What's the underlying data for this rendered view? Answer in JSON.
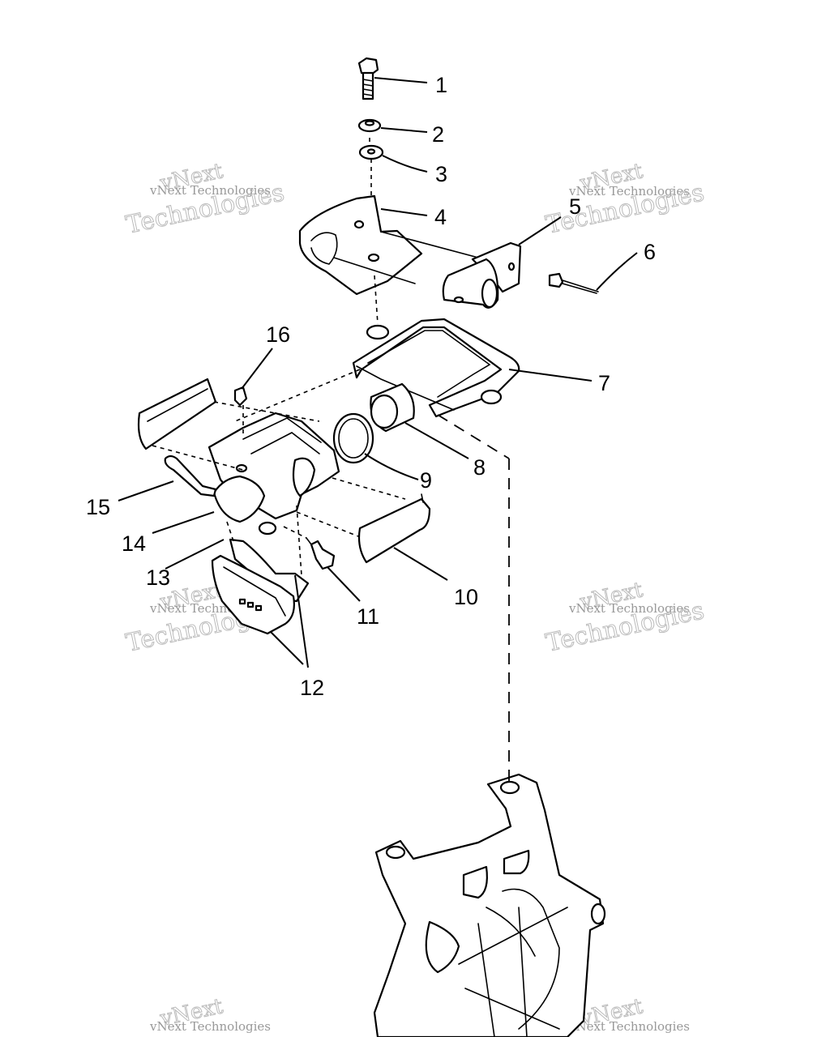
{
  "diagram": {
    "callouts": [
      "1",
      "2",
      "3",
      "4",
      "5",
      "6",
      "7",
      "8",
      "9",
      "10",
      "11",
      "12",
      "13",
      "14",
      "15",
      "16"
    ]
  },
  "watermark": {
    "line1": "vNext",
    "line2": "vNext Technologies",
    "line3": "Technologies"
  }
}
